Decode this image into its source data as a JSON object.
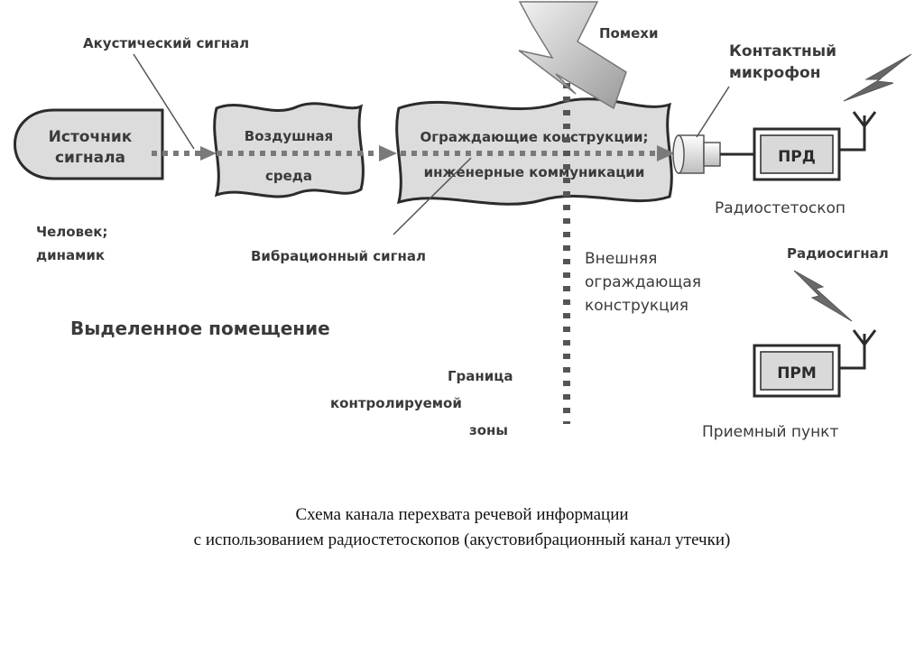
{
  "diagram": {
    "labels": {
      "acoustic_signal": "Акустический сигнал",
      "source_line1": "Источник",
      "source_line2": "сигнала",
      "person_line1": "Человек;",
      "person_line2": "динамик",
      "air_line1": "Воздушная",
      "air_line2": "среда",
      "enclosing_line1": "Ограждающие конструкции;",
      "enclosing_line2": "инженерные коммуникации",
      "vibration_signal": "Вибрационный сигнал",
      "dedicated_room": "Выделенное помещение",
      "interference": "Помехи",
      "contact_mic_line1": "Контактный",
      "contact_mic_line2": "микрофон",
      "transmitter": "ПРД",
      "radio_stethoscope": "Радиостетоскоп",
      "external_line1": "Внешняя",
      "external_line2": "ограждающая",
      "external_line3": "конструкция",
      "radio_signal": "Радиосигнал",
      "receiver": "ПРМ",
      "receiving_point": "Приемный пункт",
      "boundary_line1": "Граница",
      "boundary_line2": "контролируемой",
      "boundary_line3": "зоны"
    },
    "colors": {
      "stroke": "#2b2b2b",
      "fill": "#d9d9d9",
      "dots": "#7a7a7a",
      "text": "#3a3a3a"
    }
  },
  "caption": {
    "line1": "Схема канала перехвата речевой информации",
    "line2": "с использованием радиостетоскопов  (акустовибрационный канал утечки)"
  }
}
